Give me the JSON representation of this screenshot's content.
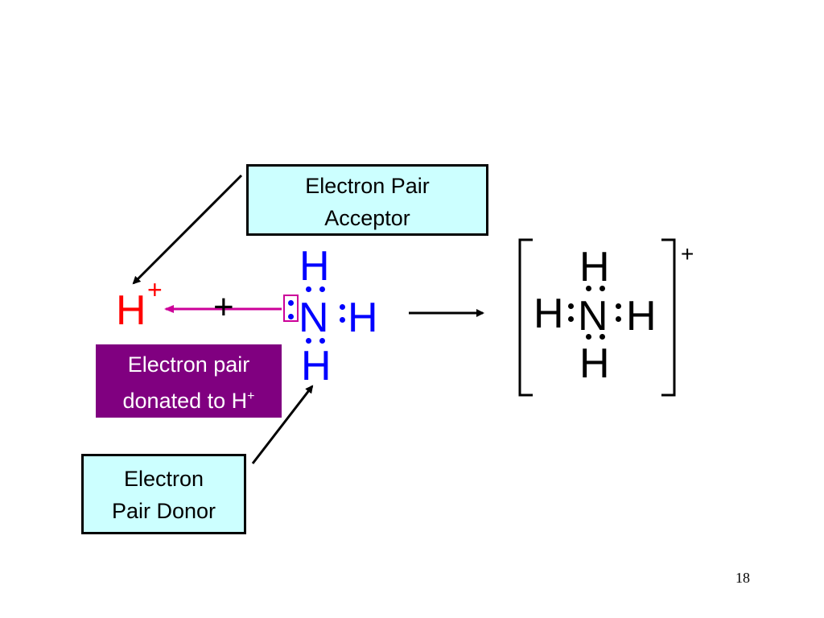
{
  "acceptor_label": [
    "Electron Pair",
    "Acceptor"
  ],
  "donor_label": [
    "Electron",
    "Pair Donor"
  ],
  "donated_label": {
    "line1": "Electron pair",
    "line2": "donated to H",
    "superscript": "+"
  },
  "proton": {
    "symbol": "H",
    "charge": "+"
  },
  "plus_sign": "+",
  "ammonia": {
    "center": "N",
    "top": "H",
    "right": "H",
    "bottom": "H"
  },
  "ammonium": {
    "center": "N",
    "top": "H",
    "left": "H",
    "right": "H",
    "bottom": "H",
    "charge": "+"
  },
  "slide_number": "18",
  "colors": {
    "proton": "#ff0000",
    "ammonia": "#0000ff",
    "label_box_fill": "#ccffff",
    "donated_box_fill": "#800080",
    "donation_arrow": "#cc0099",
    "text": "#000000"
  }
}
